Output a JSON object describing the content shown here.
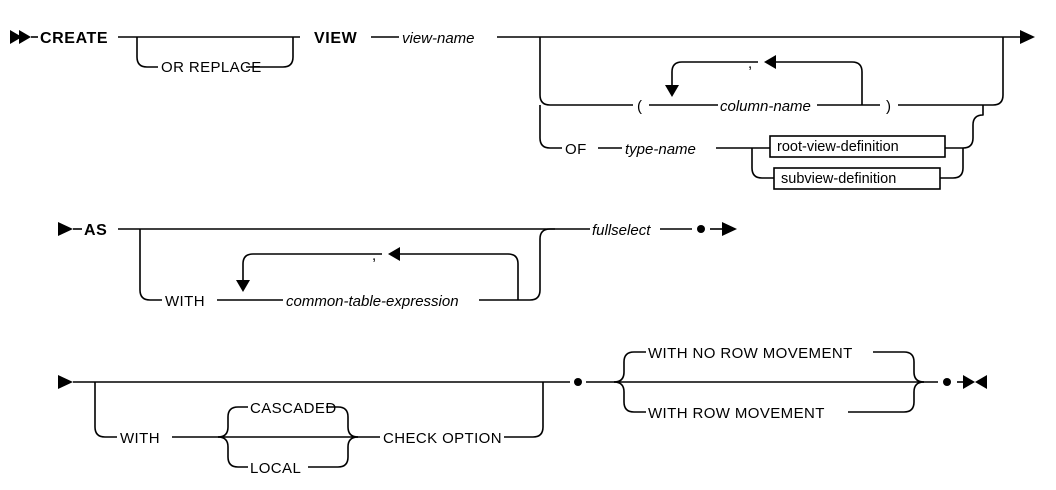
{
  "diagram": {
    "kind": "railroad-syntax-diagram",
    "statement": "CREATE VIEW",
    "colors": {
      "line": "#000000",
      "text": "#000000",
      "background": "#ffffff"
    },
    "markers": {
      "start": "double-right-arrow",
      "line_continue": "right-arrow",
      "line_resume": "right-arrow",
      "fragment_dot": "filled-dot",
      "end": "right-left-arrow-bowtie"
    },
    "rows": [
      {
        "id": "row-1",
        "tokens": [
          "CREATE",
          "OR REPLACE",
          "VIEW",
          "view-name",
          "(",
          "column-name",
          ",",
          ")",
          "OF",
          "type-name",
          "root-view-definition",
          "subview-definition"
        ]
      },
      {
        "id": "row-2",
        "tokens": [
          "AS",
          "WITH",
          "common-table-expression",
          ",",
          "fullselect"
        ]
      },
      {
        "id": "row-3",
        "tokens": [
          "WITH",
          "CASCADED",
          "LOCAL",
          "CHECK OPTION",
          "WITH NO ROW MOVEMENT",
          "WITH ROW MOVEMENT"
        ]
      }
    ],
    "labels": {
      "create": "CREATE",
      "or_replace": "OR REPLACE",
      "view": "VIEW",
      "view_name": "view-name",
      "paren_open": "(",
      "paren_close": ")",
      "column_name": "column-name",
      "comma": ",",
      "of": "OF",
      "type_name": "type-name",
      "root_view_definition": "root-view-definition",
      "subview_definition": "subview-definition",
      "as": "AS",
      "with_cte": "WITH",
      "common_table_expression": "common-table-expression",
      "comma2": ",",
      "fullselect": "fullselect",
      "with_check": "WITH",
      "cascaded": "CASCADED",
      "local": "LOCAL",
      "check_option": "CHECK OPTION",
      "with_no_row_movement": "WITH NO ROW MOVEMENT",
      "with_row_movement": "WITH ROW MOVEMENT"
    }
  }
}
